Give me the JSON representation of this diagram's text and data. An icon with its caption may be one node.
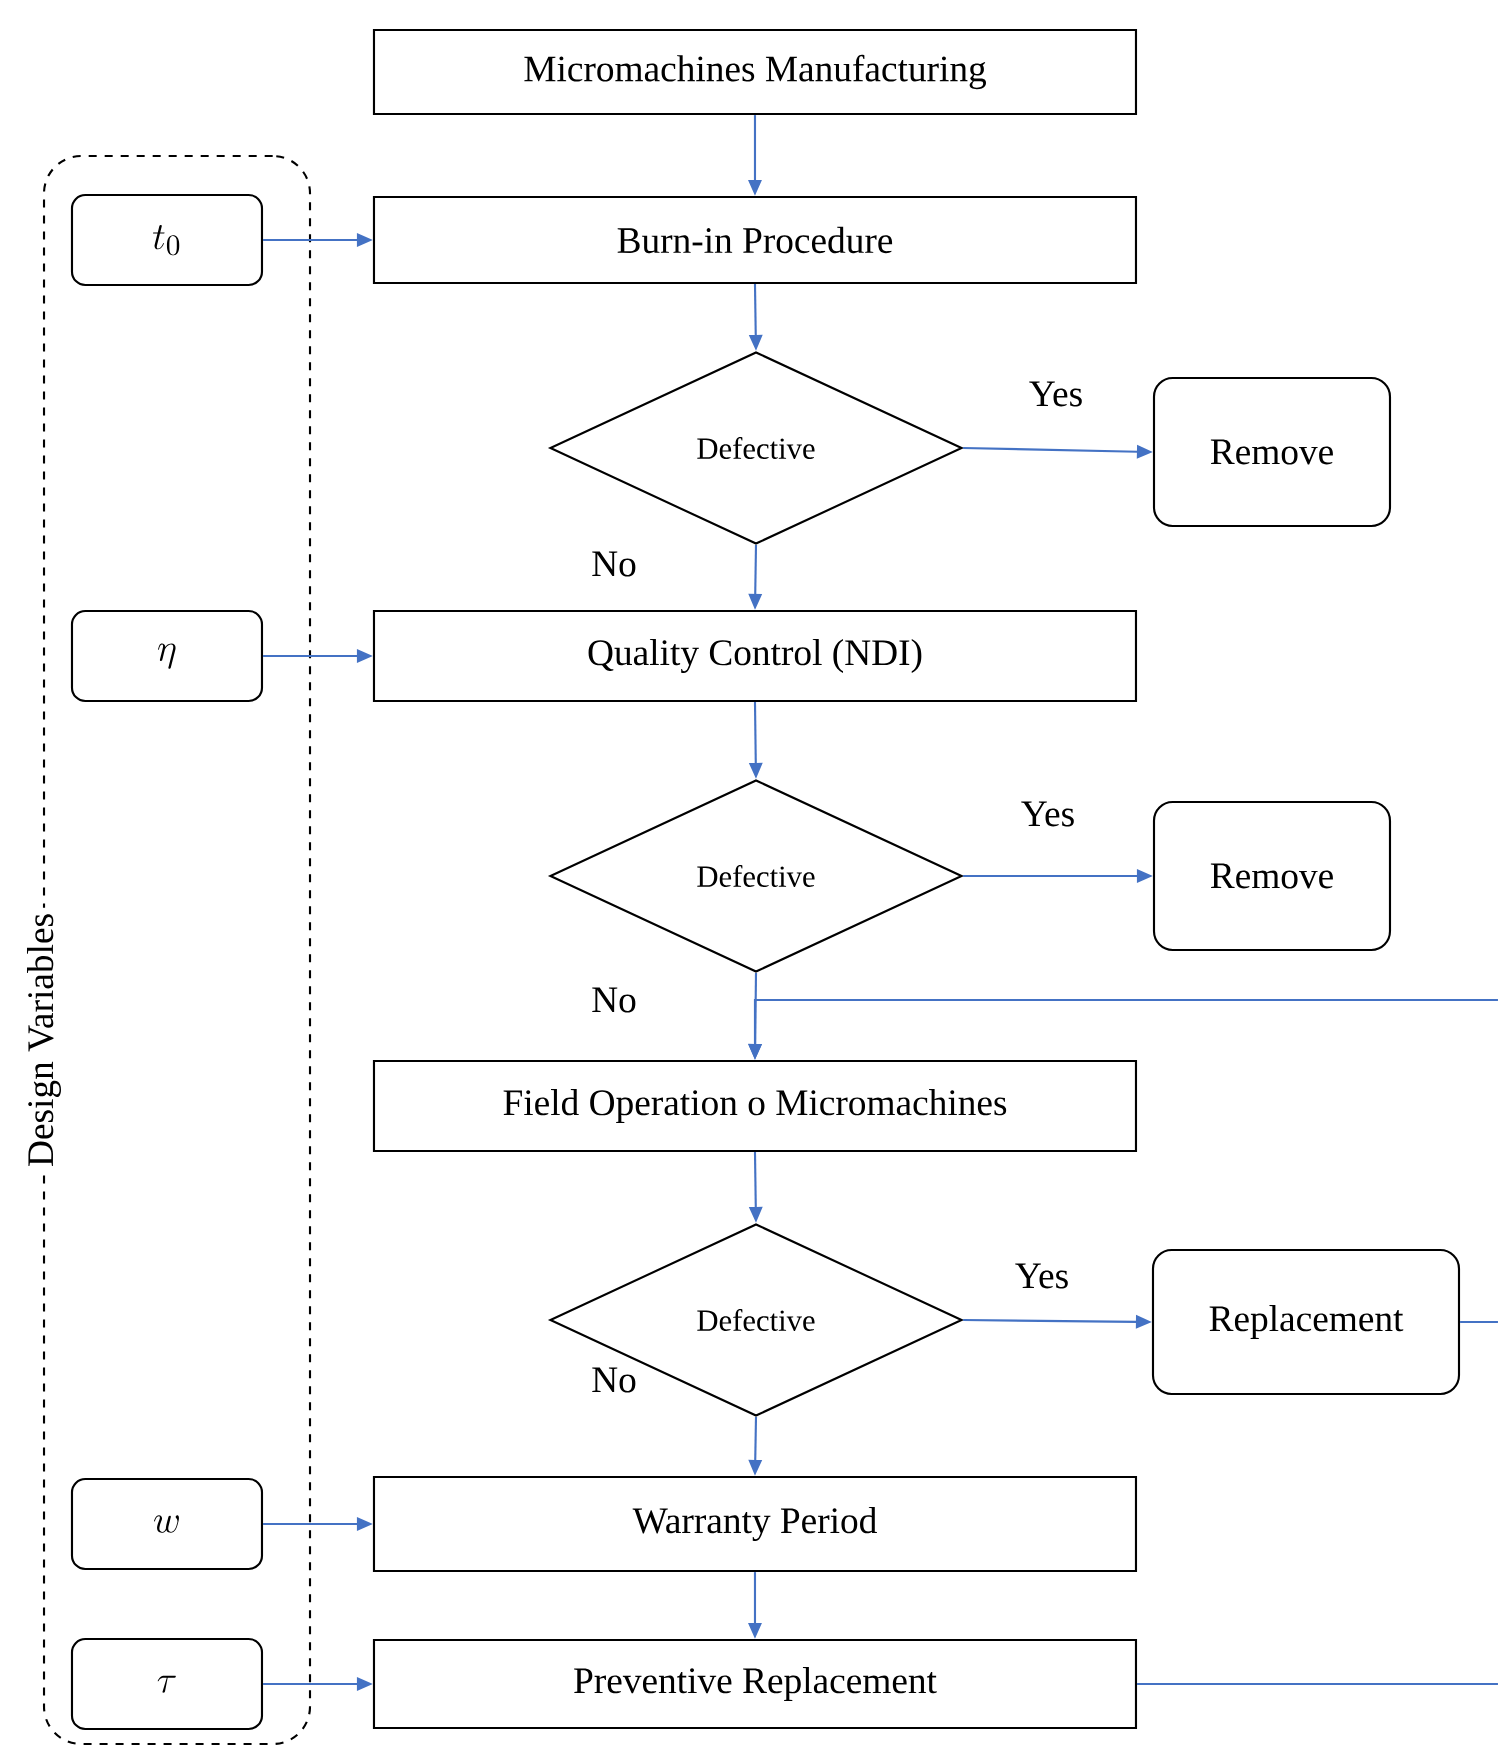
{
  "diagram": {
    "nodes": [
      {
        "text": [
          "Design Variables"
        ]
      },
      {
        "text": [
          "t_0"
        ],
        "in": 0
      },
      {
        "text": [
          "\\eta"
        ],
        "in": 0
      },
      {
        "text": [
          "w"
        ],
        "in": 0
      },
      {
        "text": [
          "\\tau"
        ],
        "in": 0
      },
      {
        "text": [
          "Micromachines Manufacturing"
        ]
      },
      {
        "text": [
          "Burn-in Procedure"
        ]
      },
      {
        "text": [
          "Defective"
        ]
      },
      {
        "text": [
          "Remove"
        ]
      },
      {
        "text": [
          "Quality Control (NDI)"
        ]
      },
      {
        "text": [
          "Defective"
        ]
      },
      {
        "text": [
          "Remove"
        ]
      },
      {
        "text": [
          "Field Operation o Micromachines"
        ]
      },
      {
        "text": [
          "Defective"
        ]
      },
      {
        "text": [
          "Replacement"
        ]
      },
      {
        "text": [
          "Warranty Period"
        ]
      },
      {
        "text": [
          "Preventive Replacement"
        ]
      }
    ],
    "edges": [
      {
        "from": 5,
        "to": 6,
        "arrow": "to"
      },
      {
        "from": 1,
        "to": 6,
        "arrow": "to"
      },
      {
        "from": 6,
        "to": 7,
        "arrow": "to"
      },
      {
        "from": 7,
        "to": 8,
        "arrow": "to",
        "label": "Yes"
      },
      {
        "from": 7,
        "to": 9,
        "arrow": "to",
        "label": "No"
      },
      {
        "from": 2,
        "to": 9,
        "arrow": "to"
      },
      {
        "from": 9,
        "to": 10,
        "arrow": "to"
      },
      {
        "from": 10,
        "to": 11,
        "arrow": "to",
        "label": "Yes"
      },
      {
        "from": 10,
        "to": 12,
        "arrow": "to",
        "label": "No"
      },
      {
        "from": null,
        "to": 12,
        "arrow": "to"
      },
      {
        "from": 12,
        "to": 13,
        "arrow": "to"
      },
      {
        "from": 13,
        "to": 14,
        "arrow": "to",
        "label": "Yes"
      },
      {
        "from": 13,
        "to": 15,
        "arrow": "to",
        "label": "No"
      },
      {
        "from": 3,
        "to": 15,
        "arrow": "to"
      },
      {
        "from": 15,
        "to": 16,
        "arrow": "to"
      },
      {
        "from": 4,
        "to": 16,
        "arrow": "to"
      },
      {
        "from": 14,
        "to": null,
        "arrow": "none"
      },
      {
        "from": 16,
        "to": null,
        "arrow": "none"
      }
    ]
  }
}
